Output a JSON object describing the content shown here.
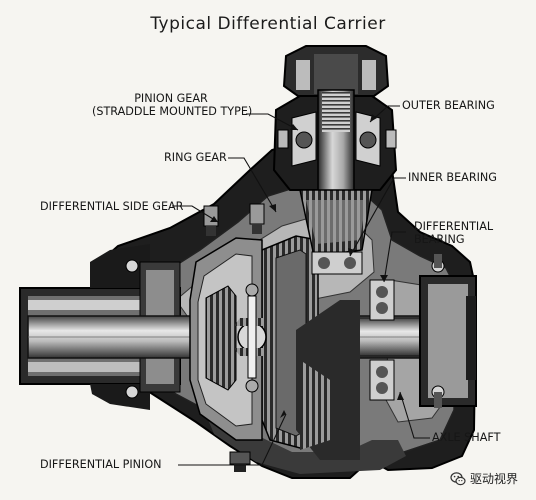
{
  "title": "Typical Differential Carrier",
  "labels": {
    "pinion_gear_line1": "PINION GEAR",
    "pinion_gear_line2": "(STRADDLE MOUNTED TYPE)",
    "ring_gear": "RING GEAR",
    "differential_side_gear": "DIFFERENTIAL SIDE GEAR",
    "outer_bearing": "OUTER BEARING",
    "inner_bearing": "INNER BEARING",
    "differential_bearing_line1": "DIFFERENTIAL",
    "differential_bearing_line2": "BEARING",
    "axle_shaft": "AXLE SHAFT",
    "differential_pinion": "DIFFERENTIAL PINION"
  },
  "watermark": {
    "text": "驱动视界",
    "icon": "wechat-icon"
  }
}
